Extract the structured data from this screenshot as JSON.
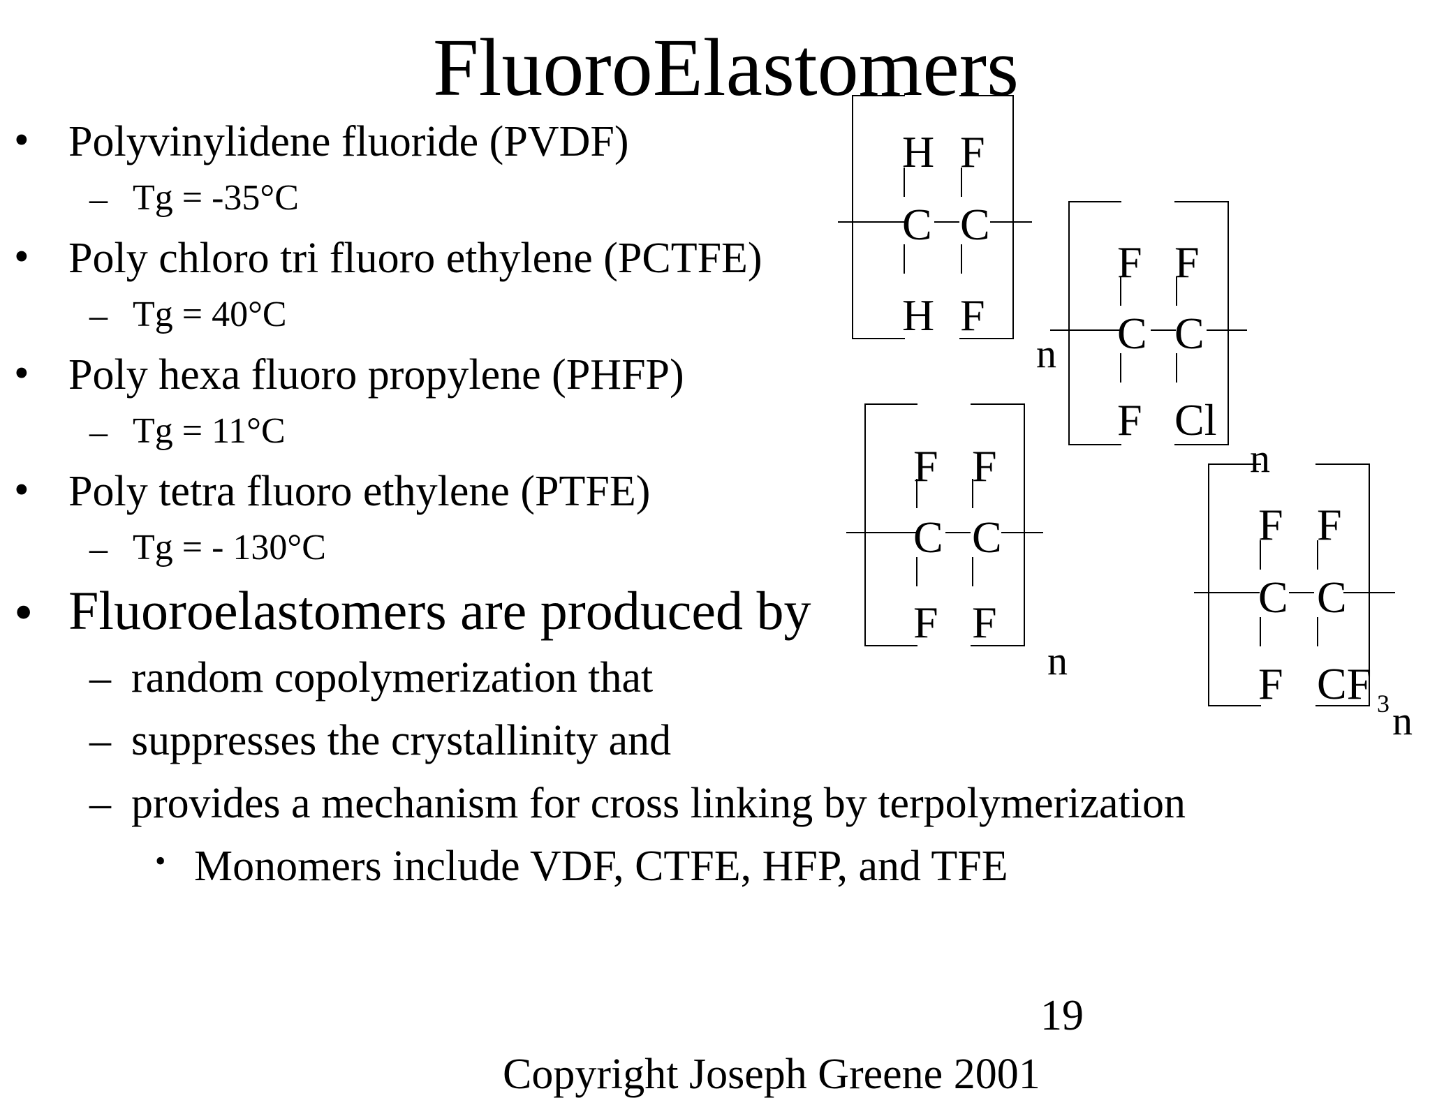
{
  "slide": {
    "title": "FluoroElastomers",
    "bullets": [
      {
        "text": "Polyvinylidene fluoride (PVDF)",
        "sub": "Tg = -35°C"
      },
      {
        "text": "Poly chloro tri fluoro ethylene (PCTFE)",
        "sub": "Tg = 40°C"
      },
      {
        "text": "Poly hexa fluoro propylene (PHFP)",
        "sub": "Tg = 11°C"
      },
      {
        "text": "Poly tetra fluoro ethylene (PTFE)",
        "sub": "Tg = - 130°C"
      }
    ],
    "main_bullet": "Fluoroelastomers are produced by",
    "main_subs": [
      "random copolymerization that",
      "suppresses the crystallinity and",
      "provides a mechanism for cross linking by terpolymerization"
    ],
    "sub_sub": "Monomers include VDF, CTFE, HFP, and TFE",
    "bullet_char": "•",
    "dash_char": "–",
    "page_number": "19",
    "copyright": "Copyright Joseph Greene 2001"
  },
  "structures": {
    "pvdf": {
      "top": [
        "H",
        "F"
      ],
      "mid": [
        "C",
        "C"
      ],
      "bot": [
        "H",
        "F"
      ],
      "n": "n"
    },
    "pctfe": {
      "top": [
        "F",
        "F"
      ],
      "mid": [
        "C",
        "C"
      ],
      "bot": [
        "F",
        "Cl"
      ],
      "n": "n"
    },
    "ptfe": {
      "top": [
        "F",
        "F"
      ],
      "mid": [
        "C",
        "C"
      ],
      "bot": [
        "F",
        "F"
      ],
      "n": "n"
    },
    "phfp": {
      "top": [
        "F",
        "F"
      ],
      "mid": [
        "C",
        "C"
      ],
      "bot": [
        "F",
        "CF"
      ],
      "sub": "3",
      "n": "n"
    }
  }
}
